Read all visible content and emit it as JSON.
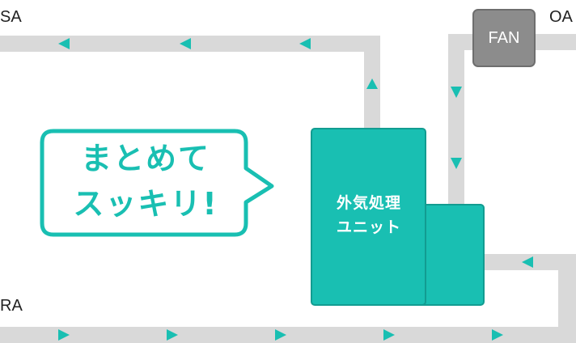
{
  "labels": {
    "sa": "SA",
    "oa": "OA",
    "ra": "RA"
  },
  "fan": {
    "label": "FAN"
  },
  "unit": {
    "line1": "外気処理",
    "line2": "ユニット"
  },
  "callout": {
    "line1": "まとめて",
    "line2": "スッキリ!"
  },
  "colors": {
    "duct": "#d9d9d9",
    "teal": "#19bfb2",
    "unit_border": "#129c91",
    "fan_fill": "#8c8c8c",
    "fan_border": "#6e6e6e"
  }
}
